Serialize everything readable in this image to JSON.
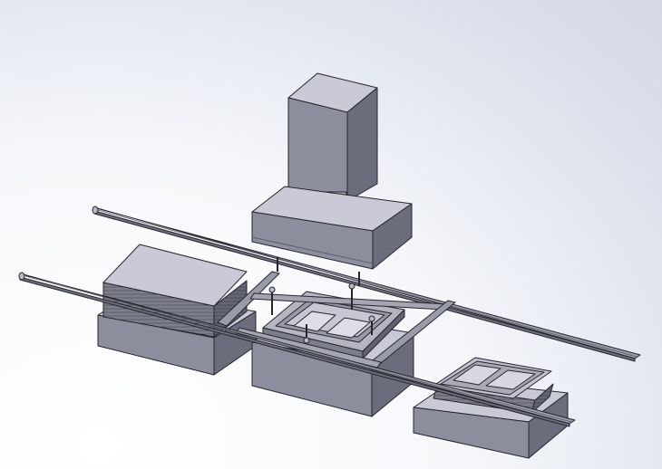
{
  "colors": {
    "background_light": "#ffffff",
    "background_dark": "#d5dae5",
    "top_face": "#c9cad6",
    "front_face": "#8d8e9d",
    "side_face": "#6c6d7c",
    "edge": "#26262e",
    "rail": "#9a9ba8"
  },
  "components": [
    "press-column",
    "press-head",
    "press-ram",
    "left-stack-base",
    "left-sheet-stack",
    "center-mold-base",
    "center-mold-frame",
    "right-output-base",
    "right-output-tray",
    "rail-back",
    "rail-front",
    "transfer-gantry"
  ]
}
